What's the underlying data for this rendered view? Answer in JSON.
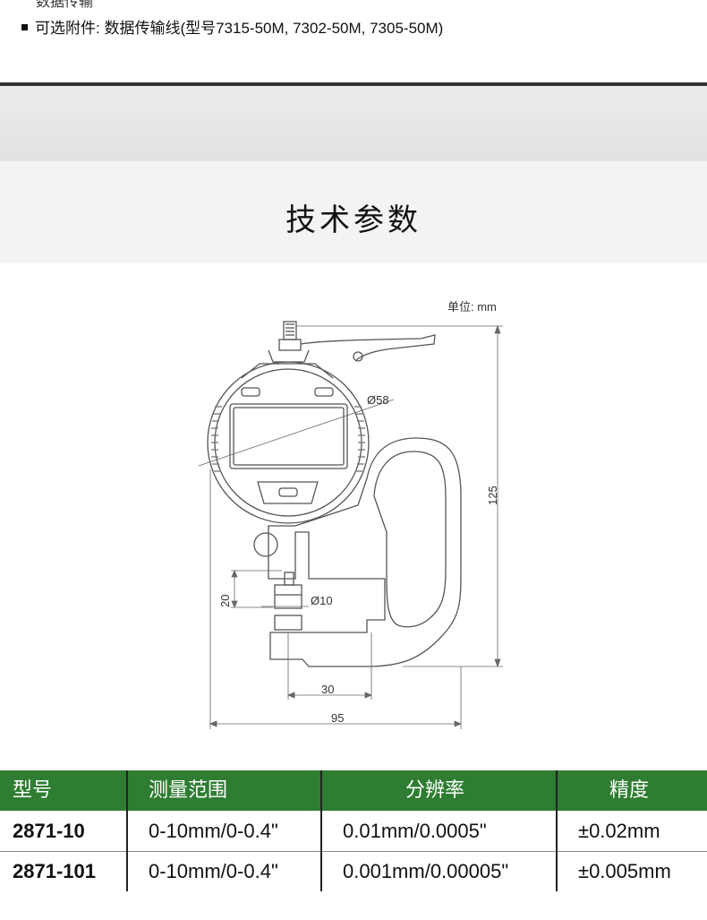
{
  "top": {
    "cut_line": "数据传输",
    "bullet_text": "可选附件: 数据传输线(型号7315-50M, 7302-50M, 7305-50M)"
  },
  "section": {
    "title": "技术参数"
  },
  "drawing": {
    "unit_label": "单位: mm",
    "dim_dial": "Ø58",
    "dim_height": "125",
    "dim_throat": "20",
    "dim_anvil": "Ø10",
    "dim_depth": "30",
    "dim_width": "95"
  },
  "table": {
    "headers": [
      "型号",
      "测量范围",
      "分辨率",
      "精度"
    ],
    "rows": [
      [
        "2871-10",
        "0-10mm/0-0.4\"",
        "0.01mm/0.0005\"",
        "±0.02mm"
      ],
      [
        "2871-101",
        "0-10mm/0-0.4\"",
        "0.001mm/0.00005\"",
        "±0.005mm"
      ]
    ],
    "header_color": "#2e7d32"
  }
}
